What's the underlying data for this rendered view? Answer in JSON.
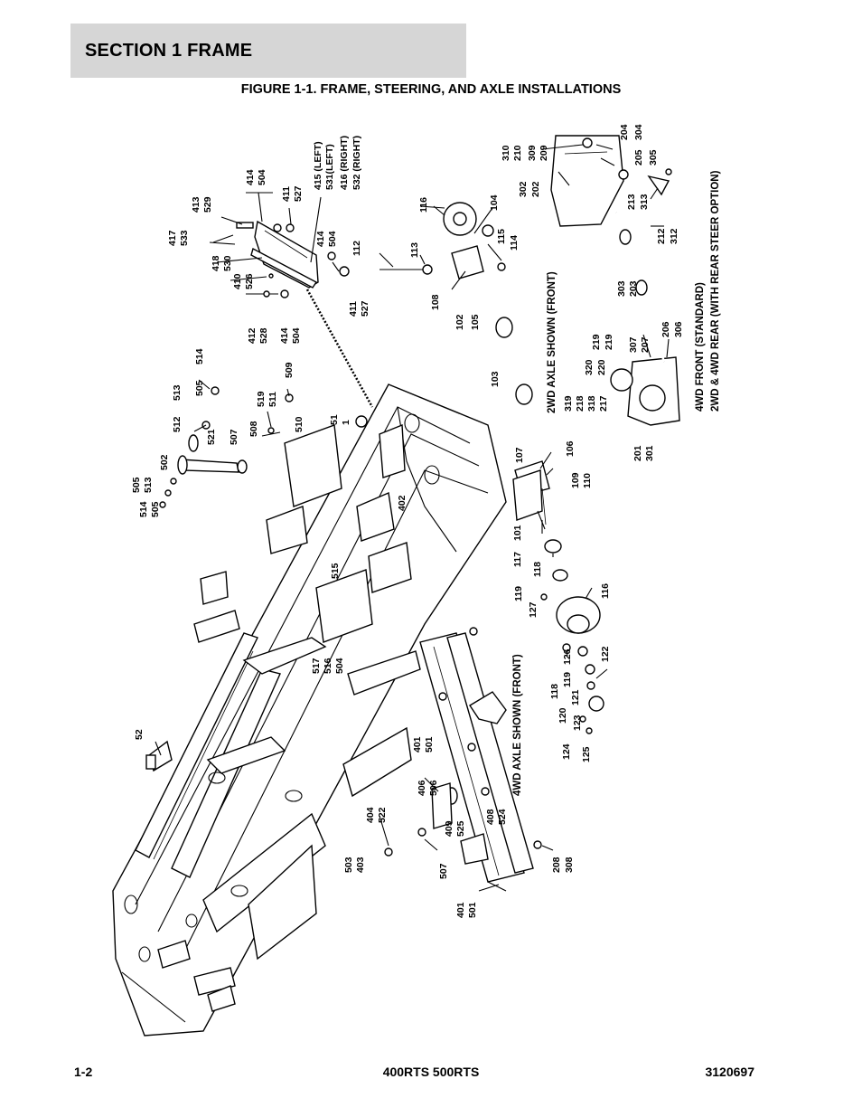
{
  "header": {
    "section_title": "SECTION 1  FRAME"
  },
  "figure": {
    "title": "FIGURE 1-1. FRAME, STEERING, AND AXLE INSTALLATIONS",
    "captions": {
      "axle_2wd": "2WD AXLE SHOWN (FRONT)",
      "axle_4wd": "4WD AXLE SHOWN (FRONT)",
      "note_front": "4WD FRONT (STANDARD)",
      "note_rear": "2WD & 4WD REAR (WITH REAR STEER OPTION)"
    },
    "callouts": {
      "c417": "417",
      "c533": "533",
      "c413": "413",
      "c529": "529",
      "c414a": "414",
      "c504a": "504",
      "c411a": "411",
      "c527a": "527",
      "c415": "415 (LEFT)",
      "c531": "531(LEFT)",
      "c416": "416 (RIGHT)",
      "c532": "532 (RIGHT)",
      "c418": "418",
      "c530": "530",
      "c410": "410",
      "c526": "526",
      "c414b": "414",
      "c504b": "504",
      "c411b": "411",
      "c527b": "527",
      "c412": "412",
      "c528": "528",
      "c414c": "414",
      "c504c": "504",
      "c116a": "116",
      "c104": "104",
      "c112": "112",
      "c113": "113",
      "c115": "115",
      "c114": "114",
      "c108": "108",
      "c102": "102",
      "c105": "105",
      "c310": "310",
      "c210": "210",
      "c309": "309",
      "c209": "209",
      "c204": "204",
      "c304": "304",
      "c205": "205",
      "c305": "305",
      "c302": "302",
      "c202": "202",
      "c213": "213",
      "c313": "313",
      "c212": "212",
      "c312": "312",
      "c303": "303",
      "c203": "203",
      "c206": "206",
      "c306": "306",
      "c307": "307",
      "c207": "207",
      "c219a": "219",
      "c219b": "219",
      "c320": "320",
      "c220": "220",
      "c319": "319",
      "c218": "218",
      "c318": "318",
      "c217": "217",
      "c201": "201",
      "c301": "301",
      "c514a": "514",
      "c505a": "505",
      "c513a": "513",
      "c512": "512",
      "c521": "521",
      "c507a": "507",
      "c508": "508",
      "c519": "519",
      "c511": "511",
      "c509": "509",
      "c510": "510",
      "c51": "51",
      "c1": "1",
      "c505b": "505",
      "c514b": "514",
      "c513b": "513",
      "c502": "502",
      "c103": "103",
      "c107": "107",
      "c106": "106",
      "c109": "109",
      "c110": "110",
      "c101": "101",
      "c117": "117",
      "c118a": "118",
      "c119a": "119",
      "c127": "127",
      "c116b": "116",
      "c126": "126",
      "c119b": "119",
      "c122": "122",
      "c118b": "118",
      "c121": "121",
      "c120": "120",
      "c123": "123",
      "c124": "124",
      "c125": "125",
      "c402": "402",
      "c515": "515",
      "c517": "517",
      "c516": "516",
      "c504d": "504",
      "c52": "52",
      "c401a": "401",
      "c501a": "501",
      "c406": "406",
      "c506": "506",
      "c404": "404",
      "c522": "522",
      "c503": "503",
      "c403": "403",
      "c409": "409",
      "c525": "525",
      "c408": "408",
      "c524": "524",
      "c507b": "507",
      "c401b": "401",
      "c501b": "501",
      "c208": "208",
      "c308": "308"
    }
  },
  "footer": {
    "page": "1-2",
    "models": "400RTS 500RTS",
    "doc_number": "3120697"
  }
}
